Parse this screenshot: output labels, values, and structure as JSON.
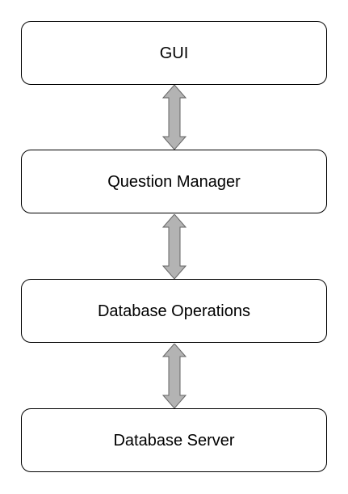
{
  "diagram": {
    "nodes": [
      {
        "label": "GUI"
      },
      {
        "label": "Question Manager"
      },
      {
        "label": "Database Operations"
      },
      {
        "label": "Database Server"
      }
    ],
    "colors": {
      "box_border": "#000000",
      "box_fill": "#ffffff",
      "arrow_fill": "#b3b3b3",
      "arrow_stroke": "#666666"
    }
  }
}
